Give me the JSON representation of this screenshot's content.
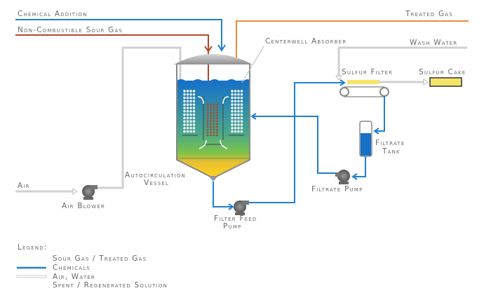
{
  "labels": {
    "chemical_addition": "Chemical Addition",
    "sour_gas": "Non-Combustible Sour Gas",
    "treated_gas": "Treated Gas",
    "centerwell": "Centerwell Absorber",
    "wash_water": "Wash Water",
    "sulfur_filter": "Sulfur Filter",
    "sulfur_cake": "Sulfur Cake",
    "filtrate_tank_1": "Filtrate",
    "filtrate_tank_2": "Tank",
    "filtrate_pump": "Filtrate Pump",
    "vessel_1": "Autocirculation",
    "vessel_2": "Vessel",
    "air": "Air",
    "air_blower": "Air Blower",
    "filter_feed_1": "Filter Feed",
    "filter_feed_2": "Pump"
  },
  "legend": {
    "title": "Legend:",
    "items": [
      {
        "label": "Sour Gas / Treated Gas",
        "color": "#c0392b"
      },
      {
        "label": "Chemicals",
        "color": "#1f7fd1"
      },
      {
        "label": "Air, Water",
        "color": "#e0e0e0"
      },
      {
        "label": "Spent / Regenerated Solution",
        "color": "#5cb85c"
      }
    ]
  },
  "colors": {
    "sour_gas": "#b5482f",
    "treated_gas": "#f08a3c",
    "chemicals": "#1f7fd1",
    "air_water": "#d0d0d0",
    "sulfur": "#f5e66a"
  }
}
